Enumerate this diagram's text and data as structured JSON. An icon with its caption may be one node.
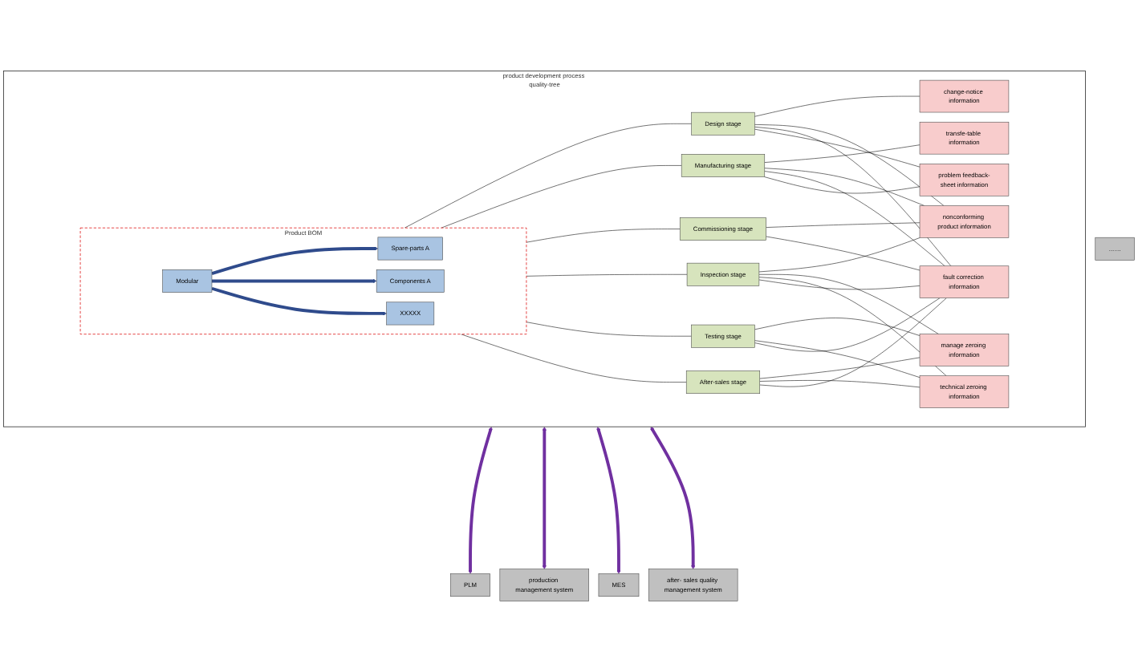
{
  "diagram": {
    "nodes": [
      {
        "text": [
          "product development process quality-tree"
        ]
      },
      {
        "text": [
          "Product BOM"
        ],
        "in": 0
      },
      {
        "text": [
          "Modular"
        ],
        "in": 1
      },
      {
        "text": [
          "Spare-parts A"
        ],
        "in": 1
      },
      {
        "text": [
          "Components A"
        ],
        "in": 1
      },
      {
        "text": [
          "XXXXX"
        ],
        "in": 1
      },
      {
        "text": [
          "Design stage"
        ],
        "in": 0
      },
      {
        "text": [
          "Manufacturing stage"
        ],
        "in": 0
      },
      {
        "text": [
          "Commissioning stage"
        ],
        "in": 0
      },
      {
        "text": [
          "Inspection stage"
        ],
        "in": 0
      },
      {
        "text": [
          "Testing stage"
        ],
        "in": 0
      },
      {
        "text": [
          "After-sales stage"
        ],
        "in": 0
      },
      {
        "text": [
          "change-notice information"
        ],
        "in": 0
      },
      {
        "text": [
          "transfe-table information"
        ],
        "in": 0
      },
      {
        "text": [
          "nonconforming product information"
        ],
        "in": 0
      },
      {
        "text": [
          "manage zeroing information"
        ],
        "in": 0
      },
      {
        "text": [
          "technical zeroing information"
        ],
        "in": 0
      },
      {
        "text": [
          "fault correction information"
        ],
        "in": 0
      },
      {
        "text": [
          "problem feedback-sheet information"
        ],
        "in": 0
      },
      {
        "text": [
          "PLM"
        ]
      },
      {
        "text": [
          "production management system"
        ]
      },
      {
        "text": [
          "MES"
        ]
      },
      {
        "text": [
          "after- sales quality management system"
        ]
      },
      {
        "text": [
          "……"
        ]
      }
    ],
    "edges": [
      {
        "from": 2,
        "to": 3,
        "arrow": "to",
        "style": "thick",
        "color": "#2f4b8c"
      },
      {
        "from": 2,
        "to": 4,
        "arrow": "to",
        "style": "thick",
        "color": "#2f4b8c"
      },
      {
        "from": 2,
        "to": 5,
        "arrow": "to",
        "style": "thick",
        "color": "#2f4b8c"
      },
      {
        "from": 1,
        "to": 6,
        "arrow": "none"
      },
      {
        "from": 1,
        "to": 7,
        "arrow": "none"
      },
      {
        "from": 1,
        "to": 8,
        "arrow": "none"
      },
      {
        "from": 1,
        "to": 9,
        "arrow": "none"
      },
      {
        "from": 1,
        "to": 10,
        "arrow": "none"
      },
      {
        "from": 1,
        "to": 11,
        "arrow": "none"
      },
      {
        "from": 6,
        "to": 12,
        "arrow": "none"
      },
      {
        "from": 6,
        "to": 14,
        "arrow": "none"
      },
      {
        "from": 6,
        "to": 17,
        "arrow": "none"
      },
      {
        "from": 6,
        "to": 18,
        "arrow": "none"
      },
      {
        "from": 7,
        "to": 13,
        "arrow": "none"
      },
      {
        "from": 7,
        "to": 14,
        "arrow": "none"
      },
      {
        "from": 7,
        "to": 17,
        "arrow": "none"
      },
      {
        "from": 7,
        "to": 18,
        "arrow": "none"
      },
      {
        "from": 8,
        "to": 14,
        "arrow": "none"
      },
      {
        "from": 8,
        "to": 17,
        "arrow": "none"
      },
      {
        "from": 9,
        "to": 14,
        "arrow": "none"
      },
      {
        "from": 9,
        "to": 15,
        "arrow": "none"
      },
      {
        "from": 9,
        "to": 16,
        "arrow": "none"
      },
      {
        "from": 9,
        "to": 17,
        "arrow": "none"
      },
      {
        "from": 10,
        "to": 15,
        "arrow": "none"
      },
      {
        "from": 10,
        "to": 16,
        "arrow": "none"
      },
      {
        "from": 10,
        "to": 17,
        "arrow": "none"
      },
      {
        "from": 11,
        "to": 15,
        "arrow": "none"
      },
      {
        "from": 11,
        "to": 16,
        "arrow": "none"
      },
      {
        "from": 11,
        "to": 17,
        "arrow": "none"
      },
      {
        "from": 0,
        "to": 19,
        "arrow": "both",
        "style": "thick",
        "color": "#7030a0"
      },
      {
        "from": 0,
        "to": 20,
        "arrow": "both",
        "style": "thick",
        "color": "#7030a0"
      },
      {
        "from": 0,
        "to": 21,
        "arrow": "both",
        "style": "thick",
        "color": "#7030a0"
      },
      {
        "from": 0,
        "to": 22,
        "arrow": "both",
        "style": "thick",
        "color": "#7030a0"
      }
    ]
  }
}
